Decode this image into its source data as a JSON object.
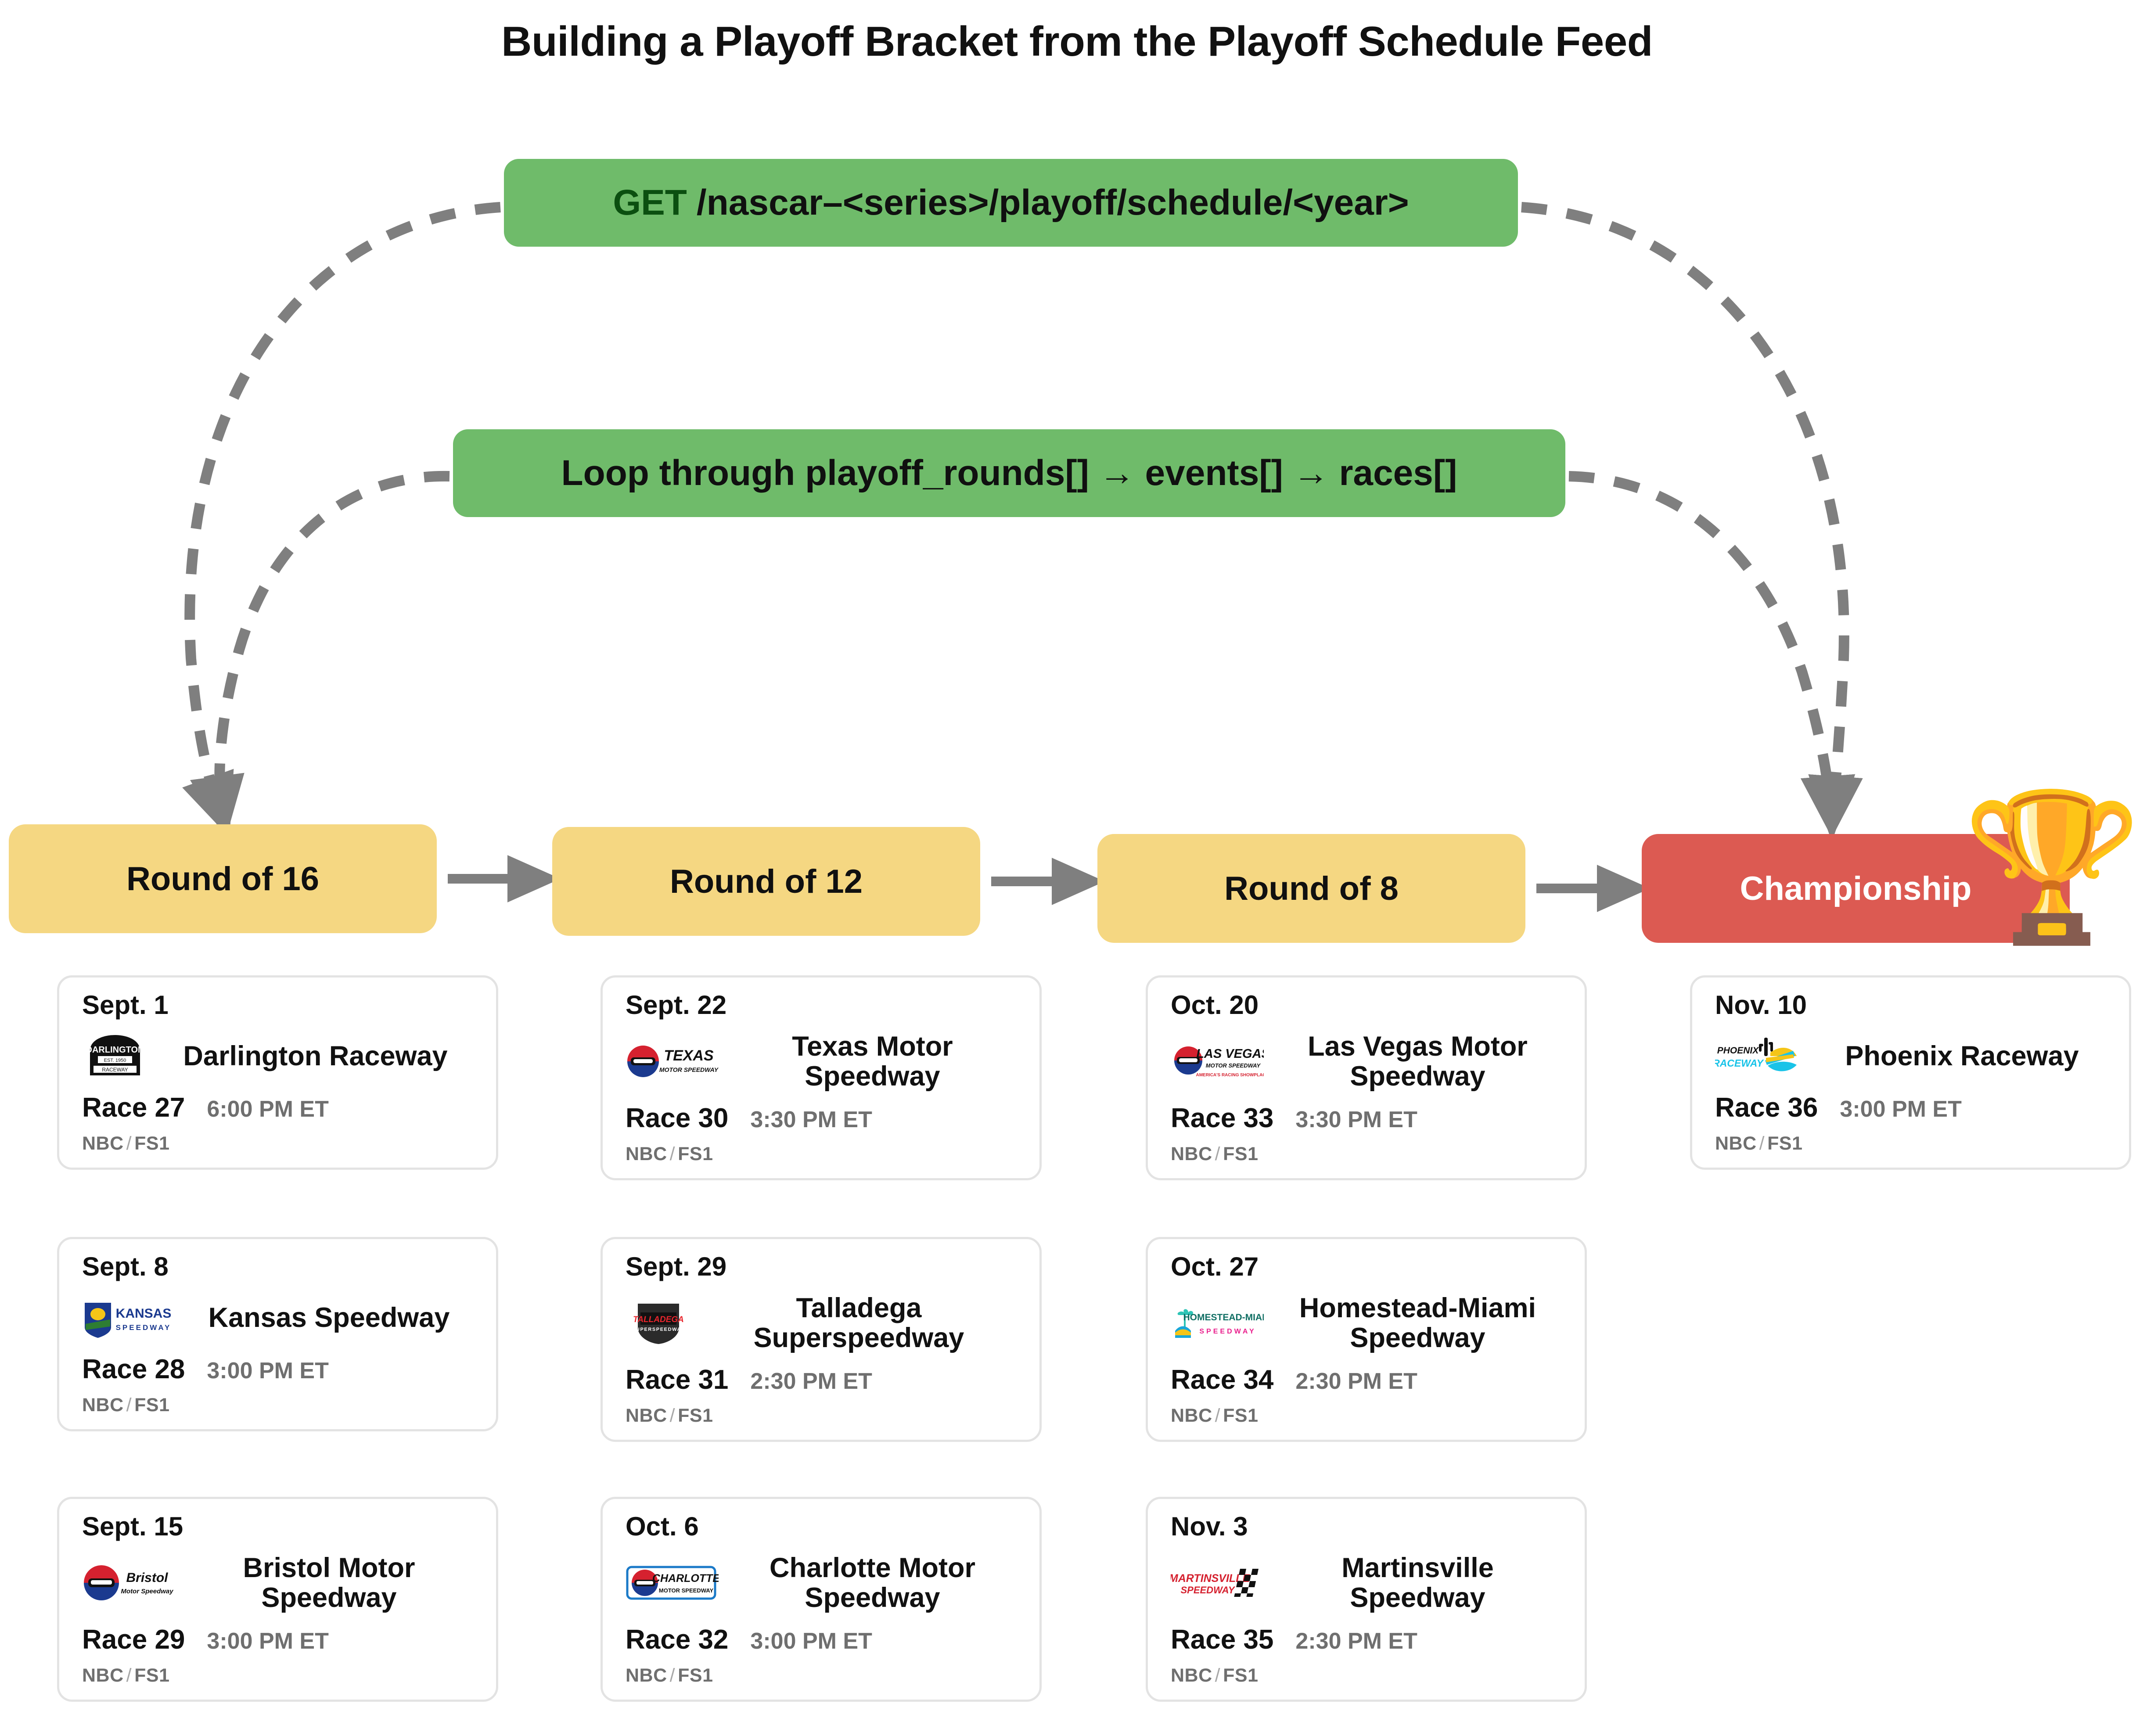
{
  "title": "Building a Playoff Bracket from the Playoff Schedule Feed",
  "steps": [
    {
      "id": "get",
      "verb": "GET",
      "text": "/nascar–<series>/playoff/schedule/<year>"
    },
    {
      "id": "loop",
      "verb": "",
      "text": "Loop through playoff_rounds[] → events[] → races[]"
    }
  ],
  "rounds": [
    {
      "label": "Round of 16",
      "style": "amber"
    },
    {
      "label": "Round of 12",
      "style": "amber"
    },
    {
      "label": "Round of 8",
      "style": "amber"
    },
    {
      "label": "Championship",
      "style": "red"
    }
  ],
  "trophy_icon": "🏆",
  "colors": {
    "step_green": "#6FBB6A",
    "verb_green": "#0B4F10",
    "round_amber": "#F5D782",
    "championship_red": "#DC5A52",
    "arrow_gray": "#7f7f7f",
    "muted_text": "#6f6f6f",
    "card_border": "#e3e3e3"
  },
  "races": [
    {
      "col": 1,
      "row": 1,
      "date": "Sept. 1",
      "venue": "Darlington Raceway",
      "logo": "darlington-raceway-logo",
      "race": "Race 27",
      "time": "6:00 PM ET",
      "broadcast_a": "NBC",
      "broadcast_sep": "/",
      "broadcast_b": "FS1"
    },
    {
      "col": 1,
      "row": 2,
      "date": "Sept. 8",
      "venue": "Kansas Speedway",
      "logo": "kansas-speedway-logo",
      "race": "Race 28",
      "time": "3:00 PM ET",
      "broadcast_a": "NBC",
      "broadcast_sep": "/",
      "broadcast_b": "FS1"
    },
    {
      "col": 1,
      "row": 3,
      "date": "Sept. 15",
      "venue": "Bristol Motor Speedway",
      "logo": "bristol-motor-speedway-logo",
      "race": "Race 29",
      "time": "3:00 PM ET",
      "broadcast_a": "NBC",
      "broadcast_sep": "/",
      "broadcast_b": "FS1"
    },
    {
      "col": 2,
      "row": 1,
      "date": "Sept. 22",
      "venue": "Texas Motor Speedway",
      "logo": "texas-motor-speedway-logo",
      "race": "Race 30",
      "time": "3:30 PM ET",
      "broadcast_a": "NBC",
      "broadcast_sep": "/",
      "broadcast_b": "FS1"
    },
    {
      "col": 2,
      "row": 2,
      "date": "Sept. 29",
      "venue": "Talladega Superspeedway",
      "logo": "talladega-superspeedway-logo",
      "race": "Race 31",
      "time": "2:30 PM ET",
      "broadcast_a": "NBC",
      "broadcast_sep": "/",
      "broadcast_b": "FS1"
    },
    {
      "col": 2,
      "row": 3,
      "date": "Oct. 6",
      "venue": "Charlotte Motor Speedway",
      "logo": "charlotte-motor-speedway-logo",
      "race": "Race 32",
      "time": "3:00 PM ET",
      "broadcast_a": "NBC",
      "broadcast_sep": "/",
      "broadcast_b": "FS1"
    },
    {
      "col": 3,
      "row": 1,
      "date": "Oct. 20",
      "venue": "Las Vegas Motor Speedway",
      "logo": "las-vegas-motor-speedway-logo",
      "race": "Race 33",
      "time": "3:30 PM ET",
      "broadcast_a": "NBC",
      "broadcast_sep": "/",
      "broadcast_b": "FS1"
    },
    {
      "col": 3,
      "row": 2,
      "date": "Oct. 27",
      "venue": "Homestead-Miami Speedway",
      "logo": "homestead-miami-speedway-logo",
      "race": "Race 34",
      "time": "2:30 PM ET",
      "broadcast_a": "NBC",
      "broadcast_sep": "/",
      "broadcast_b": "FS1"
    },
    {
      "col": 3,
      "row": 3,
      "date": "Nov. 3",
      "venue": "Martinsville Speedway",
      "logo": "martinsville-speedway-logo",
      "race": "Race 35",
      "time": "2:30 PM ET",
      "broadcast_a": "NBC",
      "broadcast_sep": "/",
      "broadcast_b": "FS1"
    },
    {
      "col": 4,
      "row": 1,
      "date": "Nov. 10",
      "venue": "Phoenix Raceway",
      "logo": "phoenix-raceway-logo",
      "race": "Race 36",
      "time": "3:00 PM ET",
      "broadcast_a": "NBC",
      "broadcast_sep": "/",
      "broadcast_b": "FS1"
    }
  ]
}
